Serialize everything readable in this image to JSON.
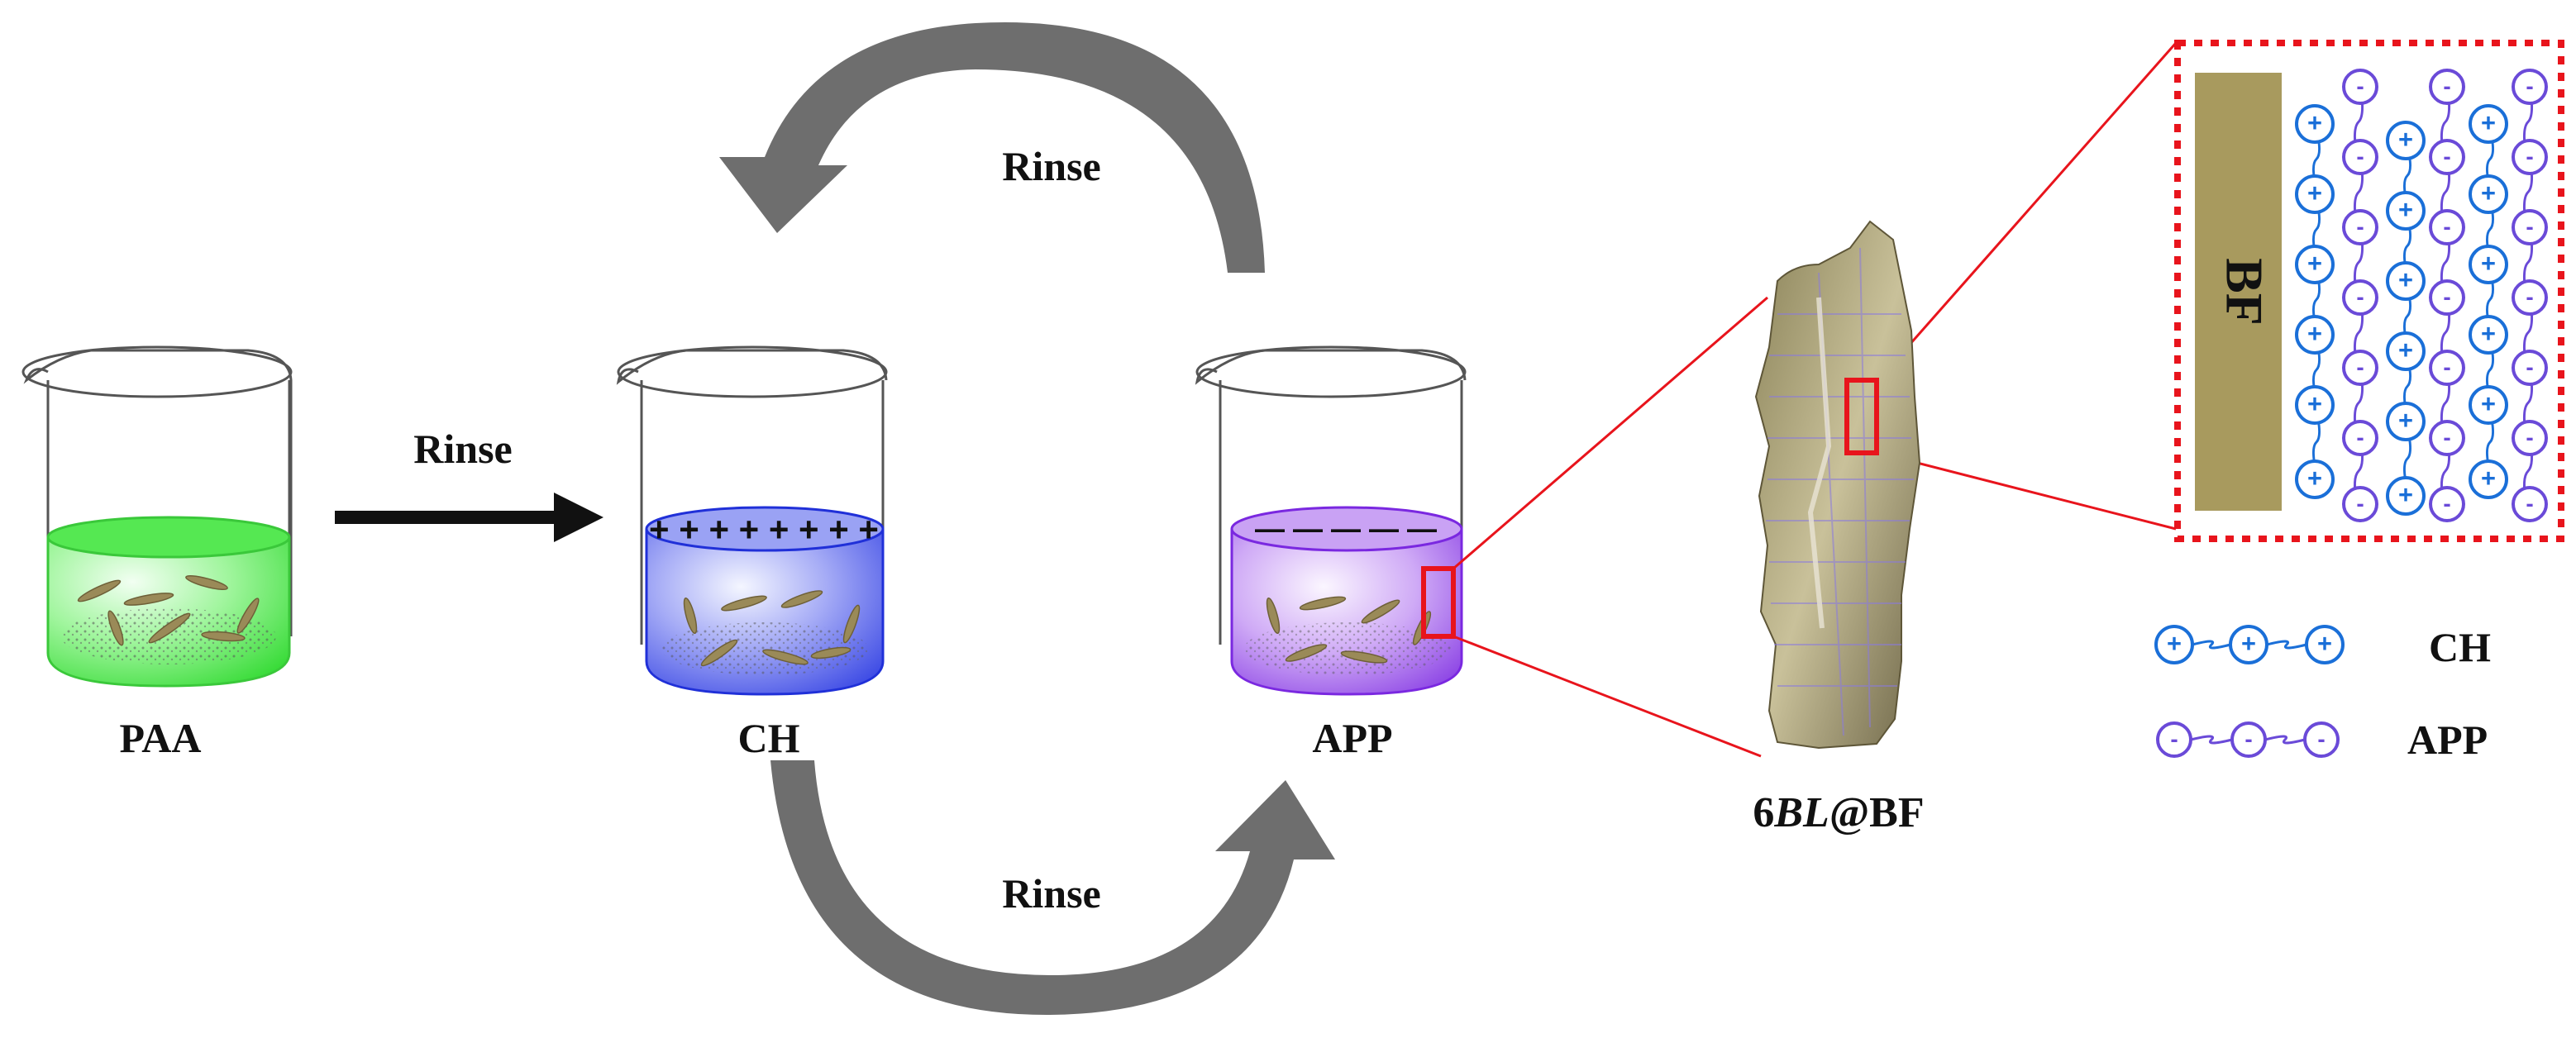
{
  "beakers": [
    {
      "id": "paa",
      "label": "PAA",
      "solution_color": "#3ee83a",
      "surface_charge": ""
    },
    {
      "id": "ch",
      "label": "CH",
      "solution_color": "#2f3be6",
      "surface_charge": "+ + + + + + + +"
    },
    {
      "id": "app",
      "label": "APP",
      "solution_color": "#8a3ae8",
      "surface_charge": "— — — — —"
    }
  ],
  "arrows": {
    "paa_to_ch": "Rinse",
    "app_to_ch_top": "Rinse",
    "ch_to_app_bottom": "Rinse"
  },
  "fiber": {
    "label_prefix": "6",
    "label_italic": "BL",
    "label_suffix": "@BF"
  },
  "zoom_panel": {
    "substrate_label": "BF",
    "substrate_color": "#a89a5e",
    "border_color": "#e8141c"
  },
  "legend": {
    "items": [
      {
        "label": "CH",
        "color": "#1a6fd8",
        "sign": "+"
      },
      {
        "label": "APP",
        "color": "#6a4ad8",
        "sign": "-"
      }
    ]
  },
  "colors": {
    "cycle_arrow": "#6e6e6e",
    "rinse_arrow": "#111111",
    "highlight": "#e8141c",
    "ch_particle": "#1a6fd8",
    "app_particle": "#6a4ad8"
  }
}
